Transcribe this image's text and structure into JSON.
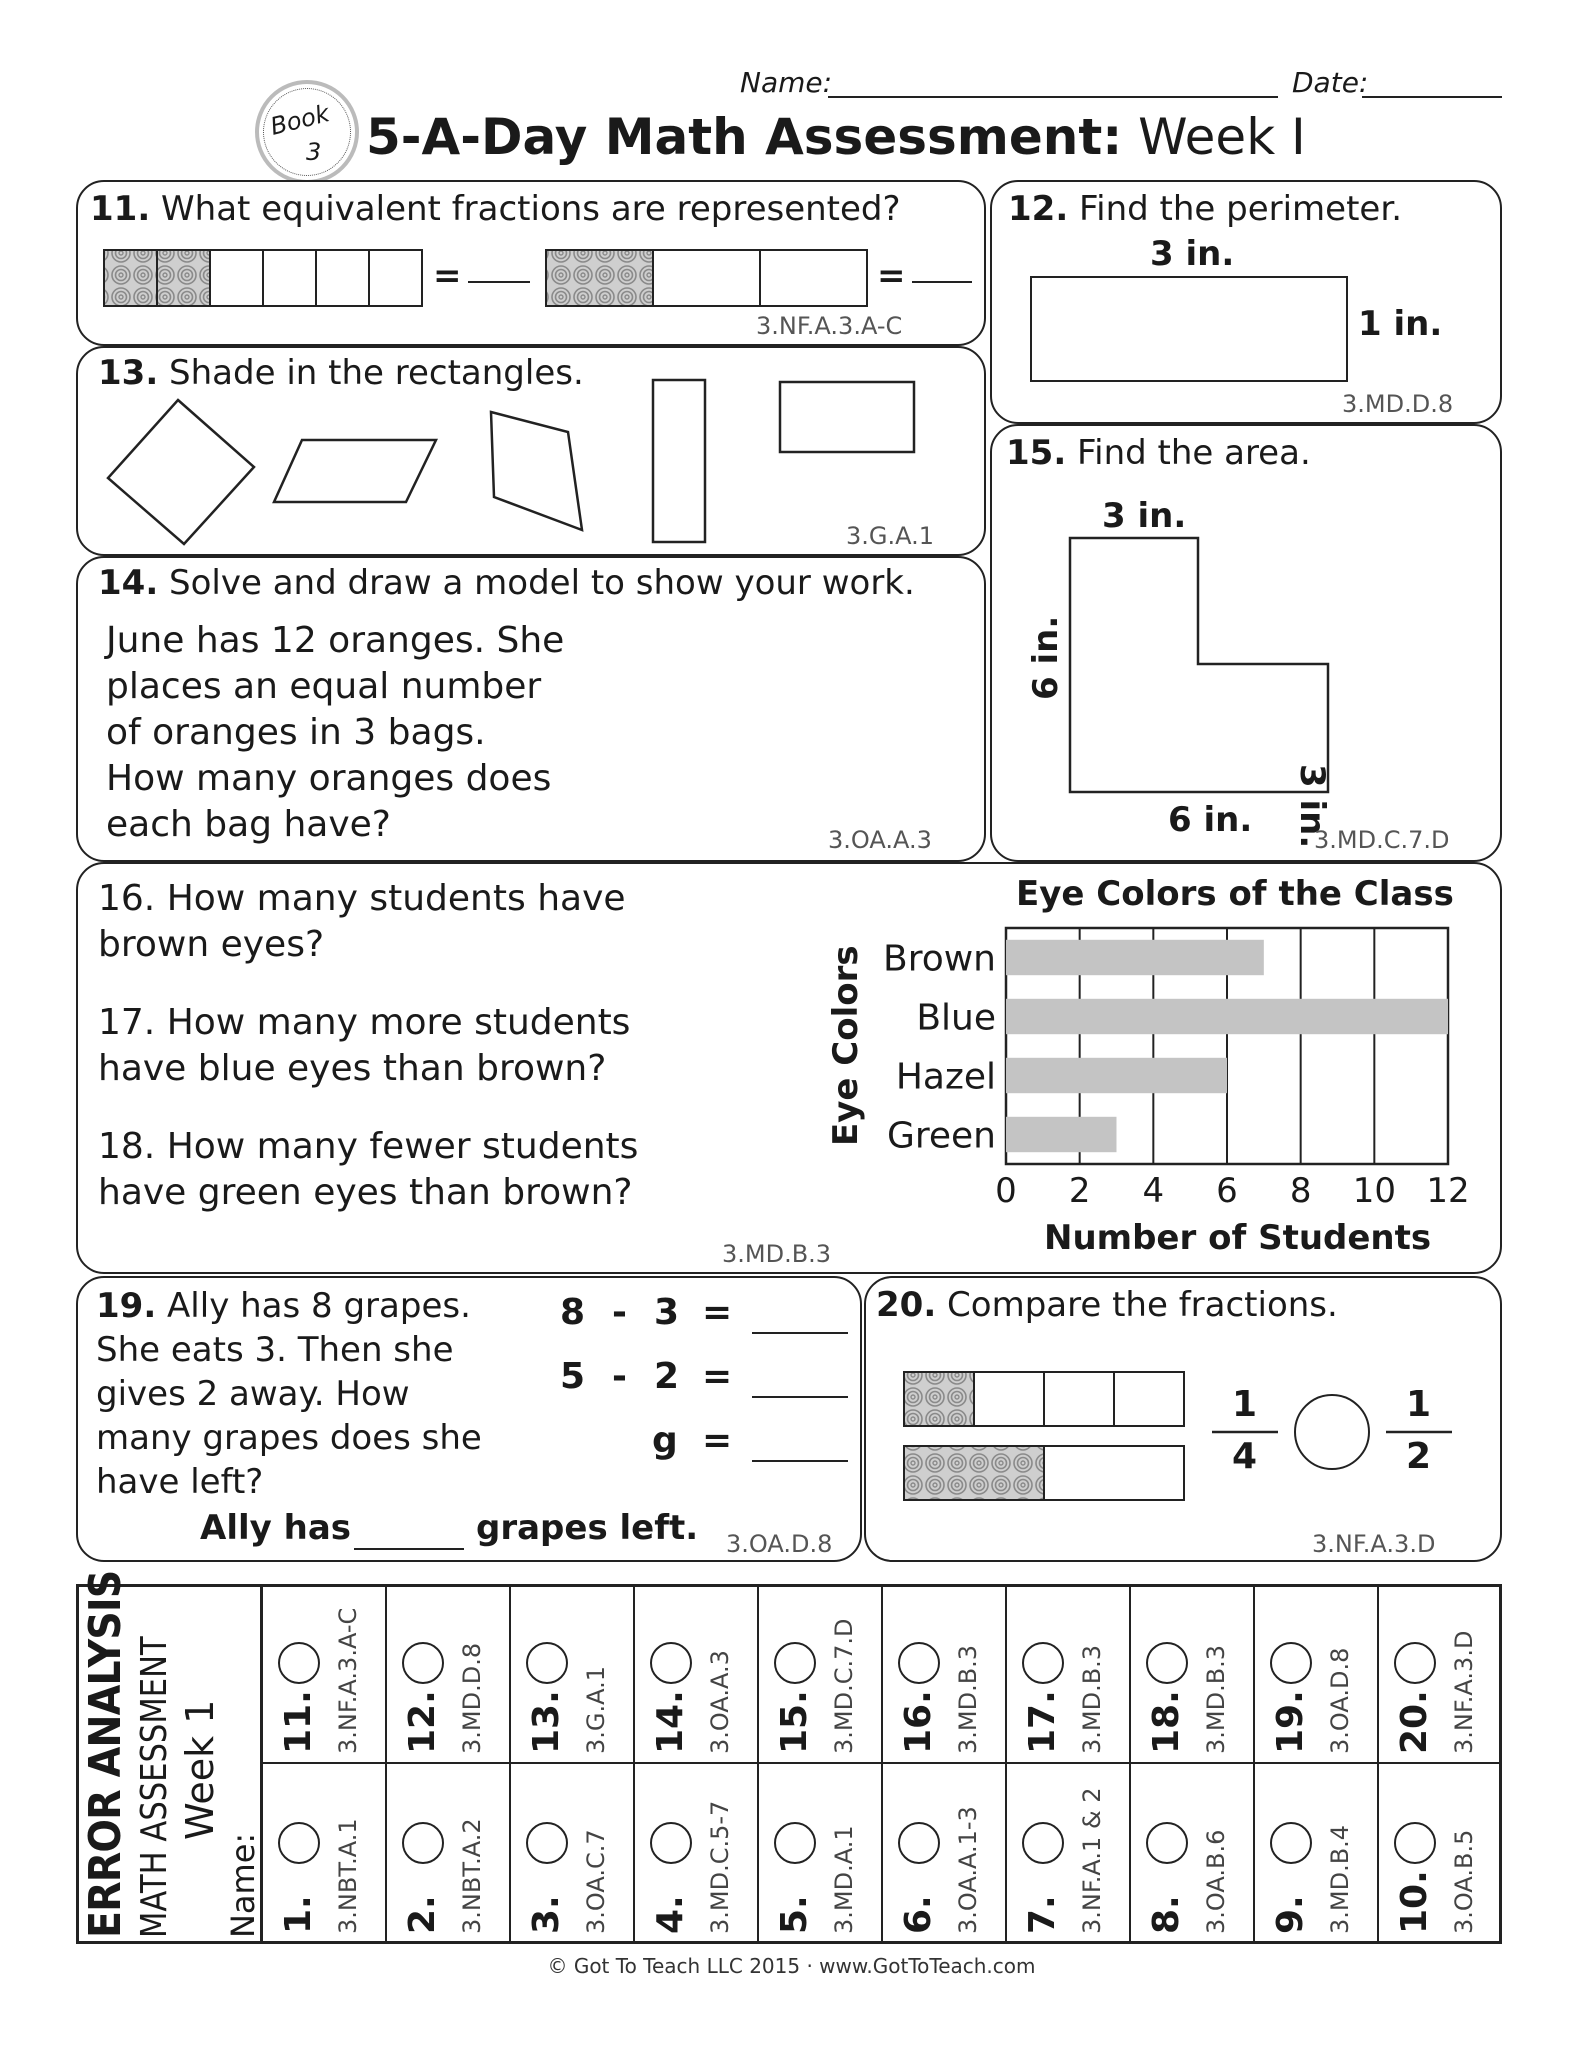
{
  "header": {
    "name_label": "Name:",
    "date_label": "Date:",
    "book_badge": [
      "Book",
      "3"
    ],
    "title_bold": "5-A-Day Math Assessment:",
    "title_light": "Week I"
  },
  "q11": {
    "num": "11.",
    "text": "What equivalent fractions are represented?",
    "eq1": "=",
    "eq2": "=",
    "standard": "3.NF.A.3.A-C"
  },
  "q12": {
    "num": "12.",
    "text": "Find the perimeter.",
    "top_label": "3 in.",
    "side_label": "1 in.",
    "standard": "3.MD.D.8"
  },
  "q13": {
    "num": "13.",
    "text": "Shade in the rectangles.",
    "standard": "3.G.A.1"
  },
  "q14": {
    "num": "14.",
    "text": "Solve and draw a model to show your work.",
    "lines": [
      "June has 12 oranges. She",
      "places an equal number",
      "of oranges in 3 bags.",
      "How many oranges does",
      "each bag have?"
    ],
    "standard": "3.OA.A.3"
  },
  "q15": {
    "num": "15.",
    "text": "Find the area.",
    "top_label": "3 in.",
    "left_label": "6 in.",
    "right_label": "3 in.",
    "bottom_label": "6 in.",
    "standard": "3.MD.C.7.D"
  },
  "q16_18": {
    "q16": [
      "16. How many students have",
      "brown eyes?"
    ],
    "q17": [
      "17. How many more students",
      "have blue eyes than brown?"
    ],
    "q18": [
      "18. How many fewer students",
      "have green eyes than brown?"
    ],
    "standard": "3.MD.B.3"
  },
  "chart_data": {
    "type": "bar",
    "orientation": "horizontal",
    "title": "Eye Colors of the Class",
    "xlabel": "Number of Students",
    "ylabel": "Eye Colors",
    "categories": [
      "Brown",
      "Blue",
      "Hazel",
      "Green"
    ],
    "values": [
      7,
      12,
      6,
      3
    ],
    "xlim": [
      0,
      12
    ],
    "xticks": [
      "0",
      "2",
      "4",
      "6",
      "8",
      "10",
      "12"
    ],
    "grid": true,
    "bar_color": "#c4c4c4"
  },
  "q19": {
    "num": "19.",
    "lines": [
      "Ally has 8 grapes.",
      "She eats 3.  Then she",
      "gives 2 away. How",
      "many grapes does she",
      "have left?"
    ],
    "eq1": [
      "8",
      "-",
      "3",
      "="
    ],
    "eq2": [
      "5",
      "-",
      "2",
      "="
    ],
    "eq3": [
      "g",
      "="
    ],
    "answer_prefix": "Ally has",
    "answer_suffix": "grapes left.",
    "standard": "3.OA.D.8"
  },
  "q20": {
    "num": "20.",
    "text": "Compare the fractions.",
    "frac1_num": "1",
    "frac1_den": "4",
    "frac2_num": "1",
    "frac2_den": "2",
    "standard": "3.NF.A.3.D"
  },
  "error_analysis": {
    "title": "ERROR ANALYSIS",
    "subtitle": "MATH ASSESSMENT",
    "week": "Week 1",
    "name_label": "Name:",
    "top_row": [
      {
        "num": "11.",
        "std": "3.NF.A.3.A-C"
      },
      {
        "num": "12.",
        "std": "3.MD.D.8"
      },
      {
        "num": "13.",
        "std": "3.G.A.1"
      },
      {
        "num": "14.",
        "std": "3.OA.A.3"
      },
      {
        "num": "15.",
        "std": "3.MD.C.7.D"
      },
      {
        "num": "16.",
        "std": "3.MD.B.3"
      },
      {
        "num": "17.",
        "std": "3.MD.B.3"
      },
      {
        "num": "18.",
        "std": "3.MD.B.3"
      },
      {
        "num": "19.",
        "std": "3.OA.D.8"
      },
      {
        "num": "20.",
        "std": "3.NF.A.3.D"
      }
    ],
    "bottom_row": [
      {
        "num": "1.",
        "std": "3.NBT.A.1"
      },
      {
        "num": "2.",
        "std": "3.NBT.A.2"
      },
      {
        "num": "3.",
        "std": "3.OA.C.7"
      },
      {
        "num": "4.",
        "std": "3.MD.C.5-7"
      },
      {
        "num": "5.",
        "std": "3.MD.A.1"
      },
      {
        "num": "6.",
        "std": "3.OA.A.1-3"
      },
      {
        "num": "7.",
        "std": "3.NF.A.1 & 2"
      },
      {
        "num": "8.",
        "std": "3.OA.B.6"
      },
      {
        "num": "9.",
        "std": "3.MD.B.4"
      },
      {
        "num": "10.",
        "std": "3.OA.B.5"
      }
    ]
  },
  "footer": {
    "copyright": "© Got To Teach LLC 2015 · www.GotToTeach.com"
  }
}
